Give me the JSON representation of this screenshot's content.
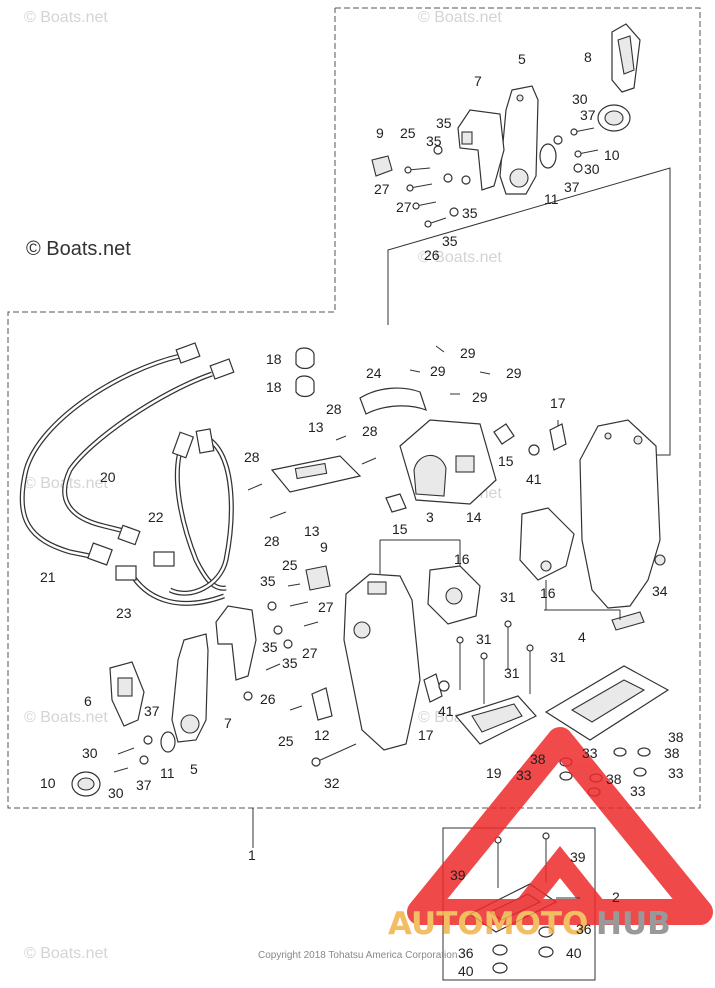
{
  "watermark": {
    "brand_label": "© Boats.net",
    "faint_label": "© Boats.net"
  },
  "copyright": "Copyright 2018 Tohatsu America Corporation",
  "logo": {
    "part1": "AUTOMOTO",
    "part2": "HUB"
  },
  "colors": {
    "logo_red": "#ee2a2a",
    "logo_orange": "#f2b24a",
    "logo_gray": "#888888"
  },
  "callouts": {
    "c1": "1",
    "c2": "2",
    "c3": "3",
    "c4": "4",
    "c5a": "5",
    "c5b": "5",
    "c6": "6",
    "c7a": "7",
    "c7b": "7",
    "c8": "8",
    "c9a": "9",
    "c9b": "9",
    "c10a": "10",
    "c10b": "10",
    "c11a": "11",
    "c11b": "11",
    "c12": "12",
    "c13a": "13",
    "c13b": "13",
    "c14": "14",
    "c15a": "15",
    "c15b": "15",
    "c16a": "16",
    "c16b": "16",
    "c17a": "17",
    "c17b": "17",
    "c18a": "18",
    "c18b": "18",
    "c19": "19",
    "c20": "20",
    "c21": "21",
    "c22": "22",
    "c23": "23",
    "c24": "24",
    "c25a": "25",
    "c25b": "25",
    "c25c": "25",
    "c26a": "26",
    "c26b": "26",
    "c27a": "27",
    "c27b": "27",
    "c27c": "27",
    "c27d": "27",
    "c28a": "28",
    "c28b": "28",
    "c28c": "28",
    "c28d": "28",
    "c29a": "29",
    "c29b": "29",
    "c29c": "29",
    "c29d": "29",
    "c30a": "30",
    "c30b": "30",
    "c30c": "30",
    "c30d": "30",
    "c31a": "31",
    "c31b": "31",
    "c31c": "31",
    "c31d": "31",
    "c32": "32",
    "c33a": "33",
    "c33b": "33",
    "c33c": "33",
    "c33d": "33",
    "c34": "34",
    "c35a": "35",
    "c35b": "35",
    "c35c": "35",
    "c35d": "35",
    "c35e": "35",
    "c35f": "35",
    "c35g": "35",
    "c36a": "36",
    "c36b": "36",
    "c37a": "37",
    "c37b": "37",
    "c37c": "37",
    "c37d": "37",
    "c38a": "38",
    "c38b": "38",
    "c38c": "38",
    "c38d": "38",
    "c39a": "39",
    "c39b": "39",
    "c40a": "40",
    "c40b": "40",
    "c41a": "41",
    "c41b": "41"
  }
}
